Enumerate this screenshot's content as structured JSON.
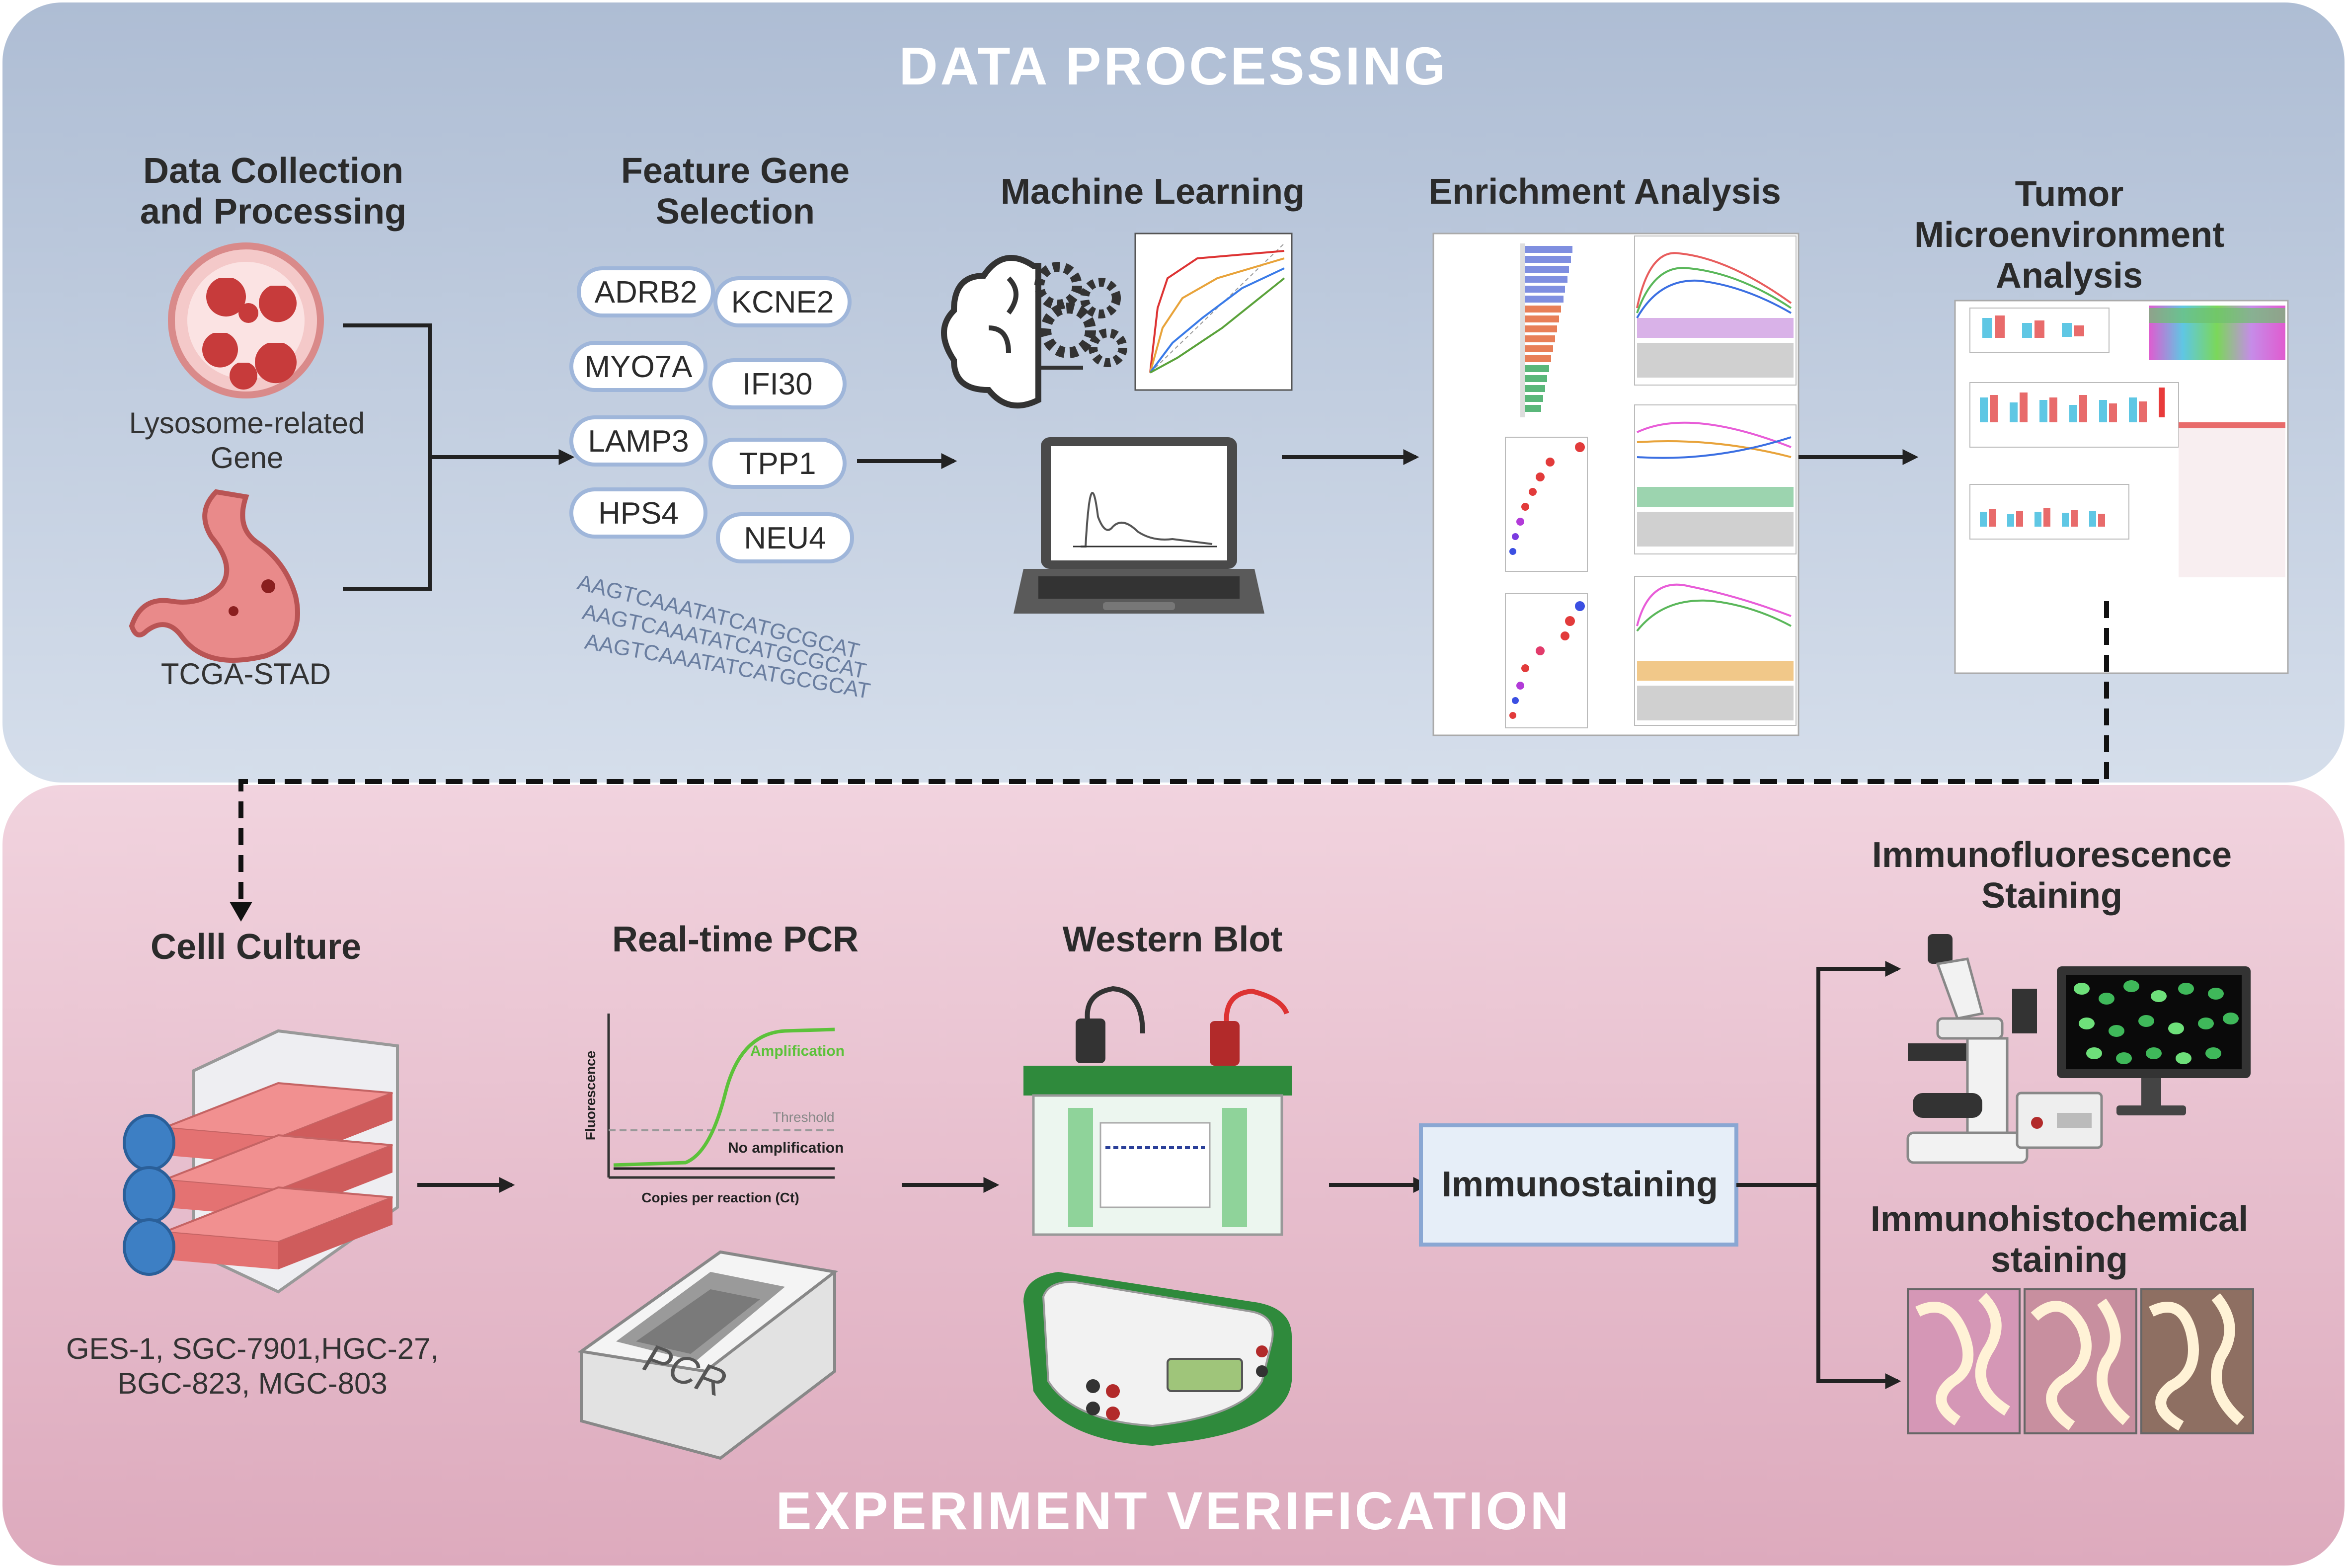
{
  "banners": {
    "top": "DATA PROCESSING",
    "bottom": "EXPERIMENT VERIFICATION"
  },
  "top_sections": {
    "data_collection": {
      "title_line1": "Data Collection",
      "title_line2": "and Processing",
      "lysosome_line1": "Lysosome-related",
      "lysosome_line2": "Gene",
      "dataset": "TCGA-STAD"
    },
    "feature_selection": {
      "title_line1": "Feature Gene",
      "title_line2": "Selection",
      "genes": [
        "ADRB2",
        "KCNE2",
        "MYO7A",
        "IFI30",
        "LAMP3",
        "TPP1",
        "HPS4",
        "NEU4"
      ],
      "dna_text": "AAGTCAAATATCATGCGCAT"
    },
    "machine_learning": {
      "title": "Machine Learning"
    },
    "enrichment": {
      "title": "Enrichment Analysis"
    },
    "tme": {
      "title_line1": "Tumor",
      "title_line2": "Microenvironment",
      "title_line3": "Analysis"
    }
  },
  "bottom_sections": {
    "cell_culture": {
      "title": "Celll Culture",
      "lines_line1": "GES-1, SGC-7901,HGC-27,",
      "lines_line2": "BGC-823, MGC-803"
    },
    "pcr": {
      "title": "Real-time PCR",
      "curve_label": "Amplification",
      "threshold_label": "Threshold",
      "no_amp_label": "No amplification",
      "x_label": "Copies per reaction (Ct)",
      "y_label": "Fluorescence",
      "device_label": "PCR"
    },
    "western": {
      "title": "Western Blot"
    },
    "immunostaining": {
      "label": "Immunostaining"
    },
    "if_staining": {
      "title_line1": "Immunofluorescence",
      "title_line2": "Staining"
    },
    "ihc_staining": {
      "title_line1": "Immunohistochemical",
      "title_line2": "staining"
    }
  },
  "colors": {
    "top_panel": "#c5d1e2",
    "bottom_panel": "#e6b6c7",
    "text": "#2b2b2b",
    "gene_border": "#9fb6da",
    "amplification_green": "#5cc23a",
    "flask_red": "#e87c7c",
    "flask_cap": "#3d7fc4",
    "device_green": "#2f8a3c"
  },
  "icons": [
    "lysosome-icon",
    "stomach-icon",
    "brain-gears-icon",
    "laptop-icon",
    "cell-flask-icon",
    "pcr-machine-icon",
    "electrophoresis-tank-icon",
    "power-supply-icon",
    "microscope-icon",
    "monitor-icon",
    "tissue-image-icon"
  ]
}
